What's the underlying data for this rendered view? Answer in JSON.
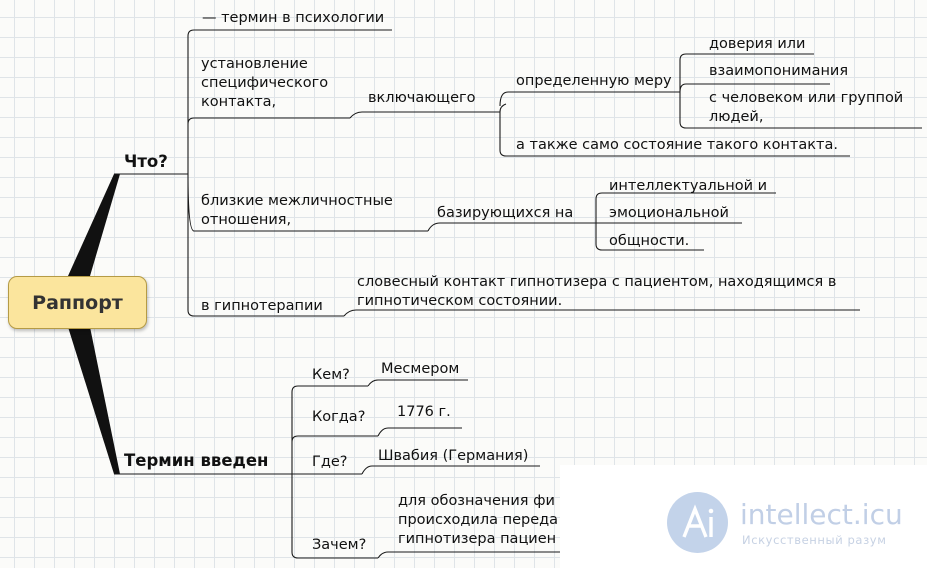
{
  "root": "Раппорт",
  "branches": {
    "what": "Что?",
    "introduced": "Термин введен"
  },
  "what": {
    "term": "— термин в психологии",
    "establish": [
      "установление",
      "специфического",
      "контакта,"
    ],
    "including": "включающего",
    "measure": "определенную меру",
    "trust": "доверия или",
    "understanding": "взаимопонимания",
    "person": [
      "с человеком или группой",
      "людей,"
    ],
    "state": "а также само состояние такого контакта.",
    "close": [
      "близкие межличностные",
      "отношения,"
    ],
    "based": "базирующихся на",
    "intellectual": "интеллектуальной и",
    "emotional": "эмоциональной",
    "community": "общности.",
    "hypno": "в гипнотерапии",
    "verbal": [
      "словесный контакт гипнотизера с пациентом, находящимся в",
      "гипнотическом состоянии."
    ]
  },
  "introduced": {
    "who_q": "Кем?",
    "who_a": "Месмером",
    "when_q": "Когда?",
    "when_a": "1776 г.",
    "where_q": "Где?",
    "where_a": "Швабия (Германия)",
    "why_q": "Зачем?",
    "why_a": [
      "для обозначения фи",
      "происходила переда",
      "гипнотизера пациен"
    ]
  },
  "watermark": {
    "name": "intellect.icu",
    "subtitle": "Искусственный разум"
  },
  "colors": {
    "root_fill": "#fbe59d",
    "root_border": "#b59b45",
    "line": "#1a1a1a",
    "grid": "#dfe4e8",
    "watermark": "#c3d3ea"
  }
}
